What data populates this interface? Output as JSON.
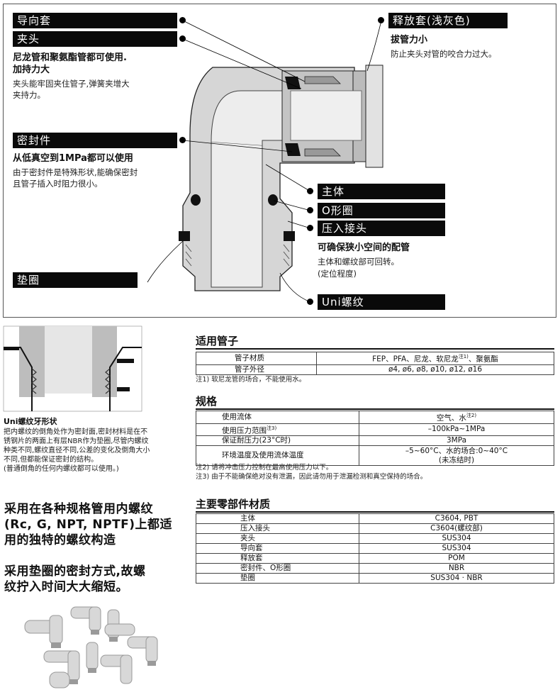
{
  "diagram": {
    "labels": {
      "guide": "导向套",
      "chuck": "夹头",
      "seal": "密封件",
      "washer": "垫圈",
      "release": "释放套(浅灰色)",
      "body": "主体",
      "oring": "O形圈",
      "press": "压入接头",
      "uni": "Uni螺纹"
    },
    "chuck_title": "尼龙管和聚氨酯管都可使用.",
    "chuck_title2": "加持力大",
    "chuck_desc": "夹头能牢固夹住管子,弹簧夹增大",
    "chuck_desc2": "夹持力。",
    "seal_title": "从低真空到1MPa都可以使用",
    "seal_desc": "由于密封件是特殊形状,能确保密封",
    "seal_desc2": "且管子插入时阻力很小。",
    "release_title": "拔管力小",
    "release_desc": "防止夹头对管的咬合力过大。",
    "press_title": "可确保狭小空间的配管",
    "press_desc": "主体和螺纹部可回转。",
    "press_desc2": "(定位程度)"
  },
  "thread": {
    "title": "Uni螺纹牙形状",
    "lines": [
      "把内螺纹的倒角处作为密封面,密封材料是在不",
      "锈钢片的两面上有层NBR作为垫圈,尽管内螺纹",
      "种类不同,螺纹直径不同,公差的变化及倒角大小",
      "不同,但都能保证密封的结构。",
      "(普通倒角的任何内螺纹都可以使用。)"
    ]
  },
  "features": {
    "f1": [
      "采用在各种规格管用内螺纹",
      "(Rc, G, NPT, NPTF)上都适",
      "用的独特的螺纹构造"
    ],
    "f2": [
      "采用垫圈的密封方式,故螺",
      "纹拧入时间大大缩短。"
    ]
  },
  "tubes": {
    "title": "适用管子",
    "rows": [
      [
        "管子材质",
        "FEP、PFA、尼龙、软尼龙",
        "注1)",
        "、聚氨酯"
      ],
      [
        "管子外径",
        "ø4, ø6, ø8, ø10, ø12, ø16"
      ]
    ],
    "note": "注1) 软尼龙管的场合，不能使用水。"
  },
  "specs": {
    "title": "规格",
    "rows": [
      {
        "k": "使用流体",
        "ks": "",
        "v": "空气、水",
        "vs": "注2)"
      },
      {
        "k": "使用压力范围",
        "ks": "注3)",
        "v": "–100kPa~1MPa",
        "vs": ""
      },
      {
        "k": "保证耐压力(23°C时)",
        "ks": "",
        "v": "3MPa",
        "vs": ""
      },
      {
        "k": "环境温度及使用流体温度",
        "ks": "",
        "v": "–5~60°C、水的场合:0~40°C",
        "v2": "(未冻结时)",
        "vs": ""
      }
    ],
    "notes": [
      "注2) 请将冲击压力控制在最高使用压力以下。",
      "注3) 由于不能确保绝对没有泄漏，因此请勿用于泄漏检测和真空保持的场合。"
    ]
  },
  "materials": {
    "title": "主要零部件材质",
    "rows": [
      [
        "主体",
        "C3604, PBT"
      ],
      [
        "压入接头",
        "C3604(螺纹部)"
      ],
      [
        "夹头",
        "SUS304"
      ],
      [
        "导向套",
        "SUS304"
      ],
      [
        "释放套",
        "POM"
      ],
      [
        "密封件、O形圈",
        "NBR"
      ],
      [
        "垫圈",
        "SUS304 · NBR"
      ]
    ]
  },
  "colors": {
    "bar": "#0a0a0a",
    "metal": "#cfcfcf",
    "metal_dark": "#a9a9a9",
    "seal": "#111111"
  }
}
